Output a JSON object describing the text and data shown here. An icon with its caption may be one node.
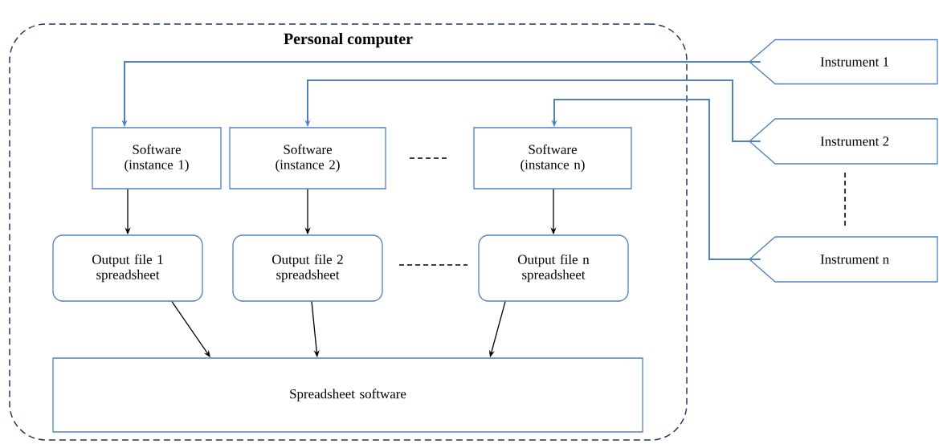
{
  "diagram": {
    "nodes": [
      {
        "text": [
          "Personal computer"
        ]
      },
      {
        "text": [
          "Software (instance 1)"
        ],
        "in": 0
      },
      {
        "text": [
          "Software (instance 2)"
        ],
        "in": 0
      },
      {
        "text": [
          "Software (instance n)"
        ],
        "in": 0
      },
      {
        "text": [
          "Output file 1 spreadsheet"
        ],
        "in": 0
      },
      {
        "text": [
          "Output file 2 spreadsheet"
        ],
        "in": 0
      },
      {
        "text": [
          "Output file n spreadsheet"
        ],
        "in": 0
      },
      {
        "text": [
          "Spreadsheet software"
        ],
        "in": 0
      },
      {
        "text": [
          "Instrument 1"
        ]
      },
      {
        "text": [
          "Instrument  2"
        ]
      },
      {
        "text": [
          "Instrument  n"
        ]
      }
    ],
    "edges": [
      {
        "from": 8,
        "to": 1,
        "arrow": "to",
        "color": "#4f81bd"
      },
      {
        "from": 9,
        "to": 2,
        "arrow": "to",
        "color": "#4f81bd"
      },
      {
        "from": 10,
        "to": 3,
        "arrow": "to",
        "color": "#4f81bd"
      },
      {
        "from": 1,
        "to": 4,
        "arrow": "to"
      },
      {
        "from": 2,
        "to": 5,
        "arrow": "to"
      },
      {
        "from": 3,
        "to": 6,
        "arrow": "to"
      },
      {
        "from": 4,
        "to": 7,
        "arrow": "to"
      },
      {
        "from": 5,
        "to": 7,
        "arrow": "to"
      },
      {
        "from": 6,
        "to": 7,
        "arrow": "to"
      }
    ]
  }
}
